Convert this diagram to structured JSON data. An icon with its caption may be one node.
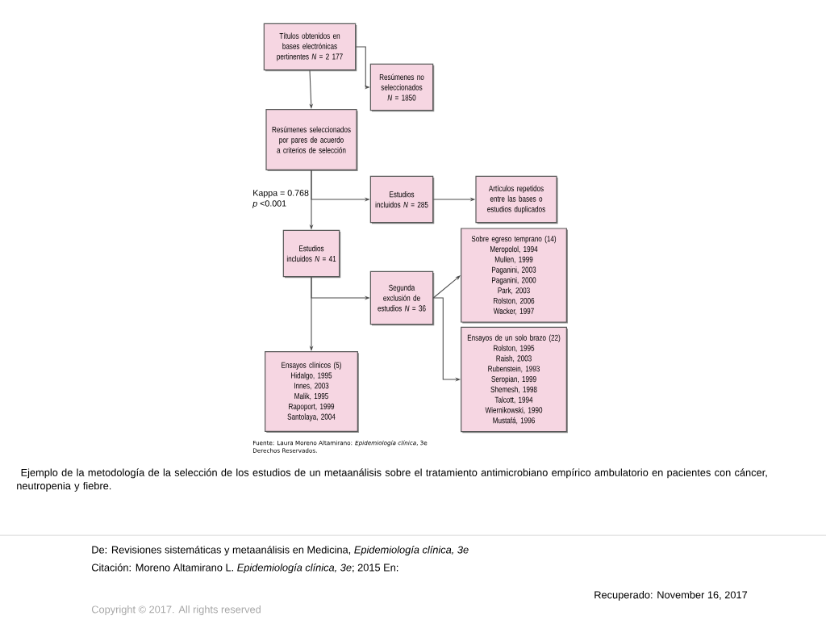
{
  "diagram": {
    "caption": "Ejemplo de la metodología de la selección de los estudios de un metaanálisis sobre el tratamiento antimicrobiano empírico ambulatorio en pacientes con cáncer, neutropenia y fiebre.",
    "nodes": [
      {
        "text": [
          "Títulos obtenidos en bases electrónicas pertinentes *N* = 2 177"
        ]
      },
      {
        "text": [
          "Resúmenes no seleccionados *N* = 1850"
        ]
      },
      {
        "text": [
          "Resúmenes seleccionados por pares de acuerdo a criterios de selección"
        ]
      },
      {
        "text": [
          "Estudios incluidos *N* = 285"
        ]
      },
      {
        "text": [
          "Artículos repetidos entre las bases o estudios duplicados"
        ]
      },
      {
        "text": [
          "Estudios incluidos *N* = 41"
        ]
      },
      {
        "text": [
          "Sobre egreso temprano (14)",
          "Meropolol, 1994",
          "Mullen, 1999",
          "Paganini, 2003",
          "Paganini, 2000",
          "Park, 2003",
          "Rolston, 2006",
          "Wacker, 1997"
        ]
      },
      {
        "text": [
          "Segunda exclusión de estudios *N* = 36"
        ]
      },
      {
        "text": [
          "Ensayos de un solo brazo (22)",
          "Rolston, 1995",
          "Raish, 2003",
          "Rubenstein, 1993",
          "Seropian, 1999",
          "Shemesh, 1998",
          "Talcott, 1994",
          "Wiernikowski, 1990",
          "Mustafá, 1996"
        ]
      },
      {
        "text": [
          "Ensayos clínicos (5)",
          "Hidalgo, 1995",
          "Innes, 2003",
          "Malik, 1995",
          "Rapoport, 1999",
          "Santolaya, 2004"
        ]
      }
    ],
    "edges": [
      {
        "from": 0,
        "to": 2,
        "arrow": "to"
      },
      {
        "from": 0,
        "to": 1,
        "arrow": "to"
      },
      {
        "from": 2,
        "to": 5,
        "arrow": "to"
      },
      {
        "from": 2,
        "to": 3,
        "arrow": "to"
      },
      {
        "from": 3,
        "to": 4,
        "arrow": "to"
      },
      {
        "from": 5,
        "to": 9,
        "arrow": "to"
      },
      {
        "from": 5,
        "to": 7,
        "arrow": "to"
      },
      {
        "from": 7,
        "to": 6,
        "arrow": "to"
      },
      {
        "from": 7,
        "to": 8,
        "arrow": "to"
      }
    ],
    "labels": [
      "Kappa = 0.768",
      "*p* <0.001",
      "Fuente: Laura Moreno Altamirano: *Epidemiología clínica*, 3e",
      "Derechos Reservados.",
      "De: Revisiones sistemáticas y metaanálisis en Medicina, *Epidemiología clínica, 3e*",
      "Citación: Moreno Altamirano L. *Epidemiología clínica, 3e*; 2015 En:",
      "Recuperado: November 16, 2017",
      "Copyright © 2017. All rights reserved"
    ]
  }
}
